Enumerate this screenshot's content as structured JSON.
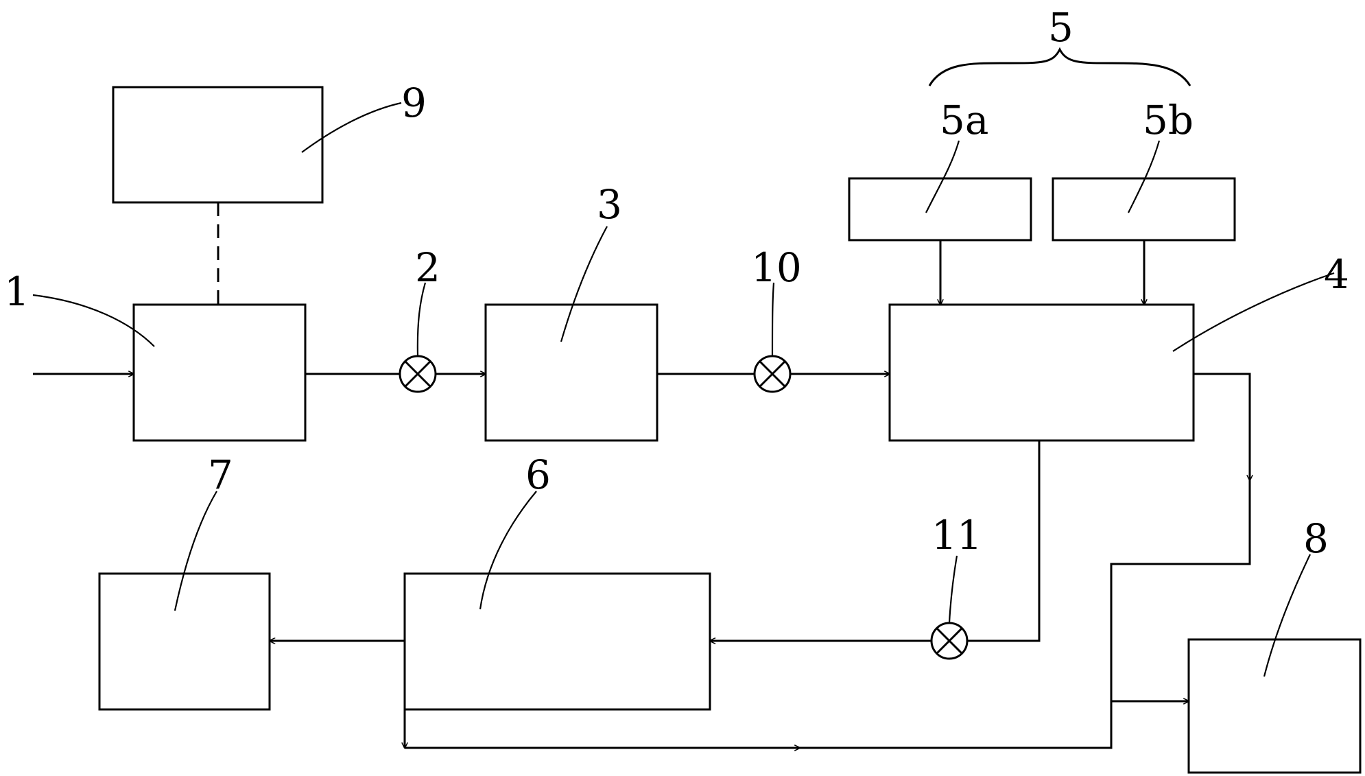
{
  "labels": {
    "n1": "1",
    "n2": "2",
    "n3": "3",
    "n4": "4",
    "n5": "5",
    "n5a": "5a",
    "n5b": "5b",
    "n6": "6",
    "n7": "7",
    "n8": "8",
    "n9": "9",
    "n10": "10",
    "n11": "11"
  },
  "colors": {
    "stroke": "#000000",
    "background": "#ffffff"
  }
}
